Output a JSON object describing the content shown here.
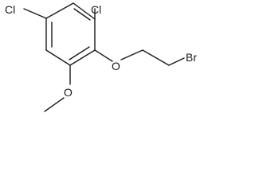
{
  "molecule": {
    "atom_labels": {
      "cl_top_left": "Cl",
      "cl_top_right": "Cl",
      "ether_oxygen": "O",
      "bromine": "Br",
      "methoxy_oxygen": "O"
    },
    "colors": {
      "bond": "#1a1a1a",
      "label": "#1a1a1a",
      "background": "#ffffff"
    }
  }
}
